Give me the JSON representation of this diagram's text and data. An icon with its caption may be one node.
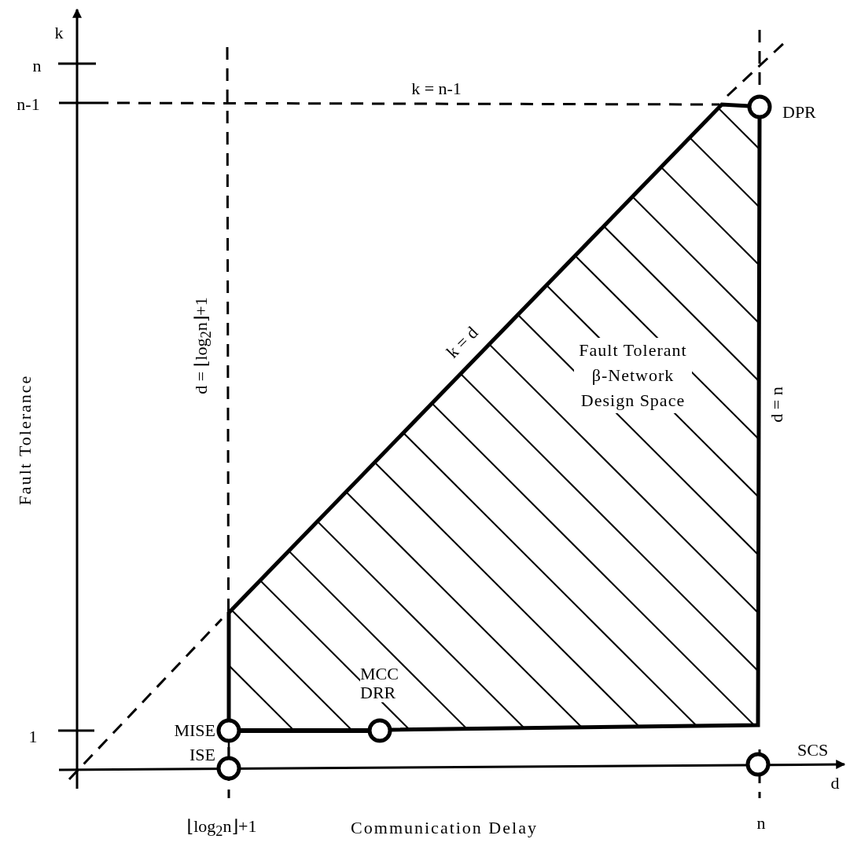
{
  "diagram": {
    "nodes": [
      {
        "text": [],
        "shape": "circle",
        "beside": [
          "DPR"
        ]
      },
      {
        "text": [],
        "shape": "circle",
        "beside": [
          "MCC DRR"
        ]
      },
      {
        "text": [],
        "shape": "circle",
        "beside": [
          "MISE"
        ]
      },
      {
        "text": [],
        "shape": "circle",
        "beside": [
          "ISE"
        ]
      },
      {
        "text": [],
        "shape": "circle",
        "beside": [
          "SCS"
        ]
      }
    ],
    "edges": [
      {
        "from": 2,
        "to": 1,
        "arrow": "none",
        "style": "thick"
      },
      {
        "from": 2,
        "to": 3,
        "arrow": "none"
      }
    ],
    "labels": [
      "k",
      "n",
      "n-1",
      "k = n-1",
      "d = ⌊log$_{2}$n⌋+1",
      "k = d",
      "Fault Tolerant β-Network Design Space",
      "d = n",
      "Fault Tolerance",
      "1",
      "⌊log$_{2}$n⌋+1",
      "Communication Delay",
      "n",
      "d"
    ]
  }
}
